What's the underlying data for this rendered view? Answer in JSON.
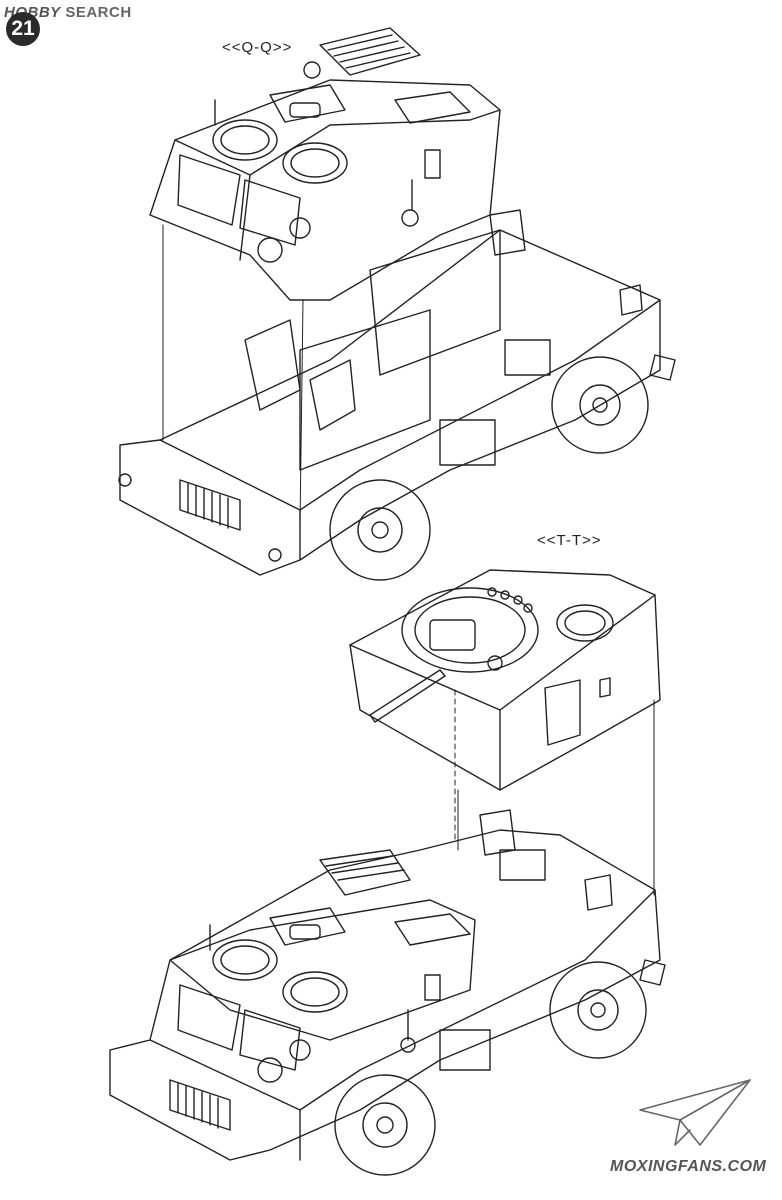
{
  "header": {
    "brand_logo_text": "HOBBY",
    "brand_search_text": "SEARCH",
    "step_number": "21"
  },
  "callouts": {
    "view_qq": "<<Q-Q>>",
    "view_tt": "<<T-T>>"
  },
  "footer": {
    "watermark": "MOXINGFANS.COM"
  }
}
